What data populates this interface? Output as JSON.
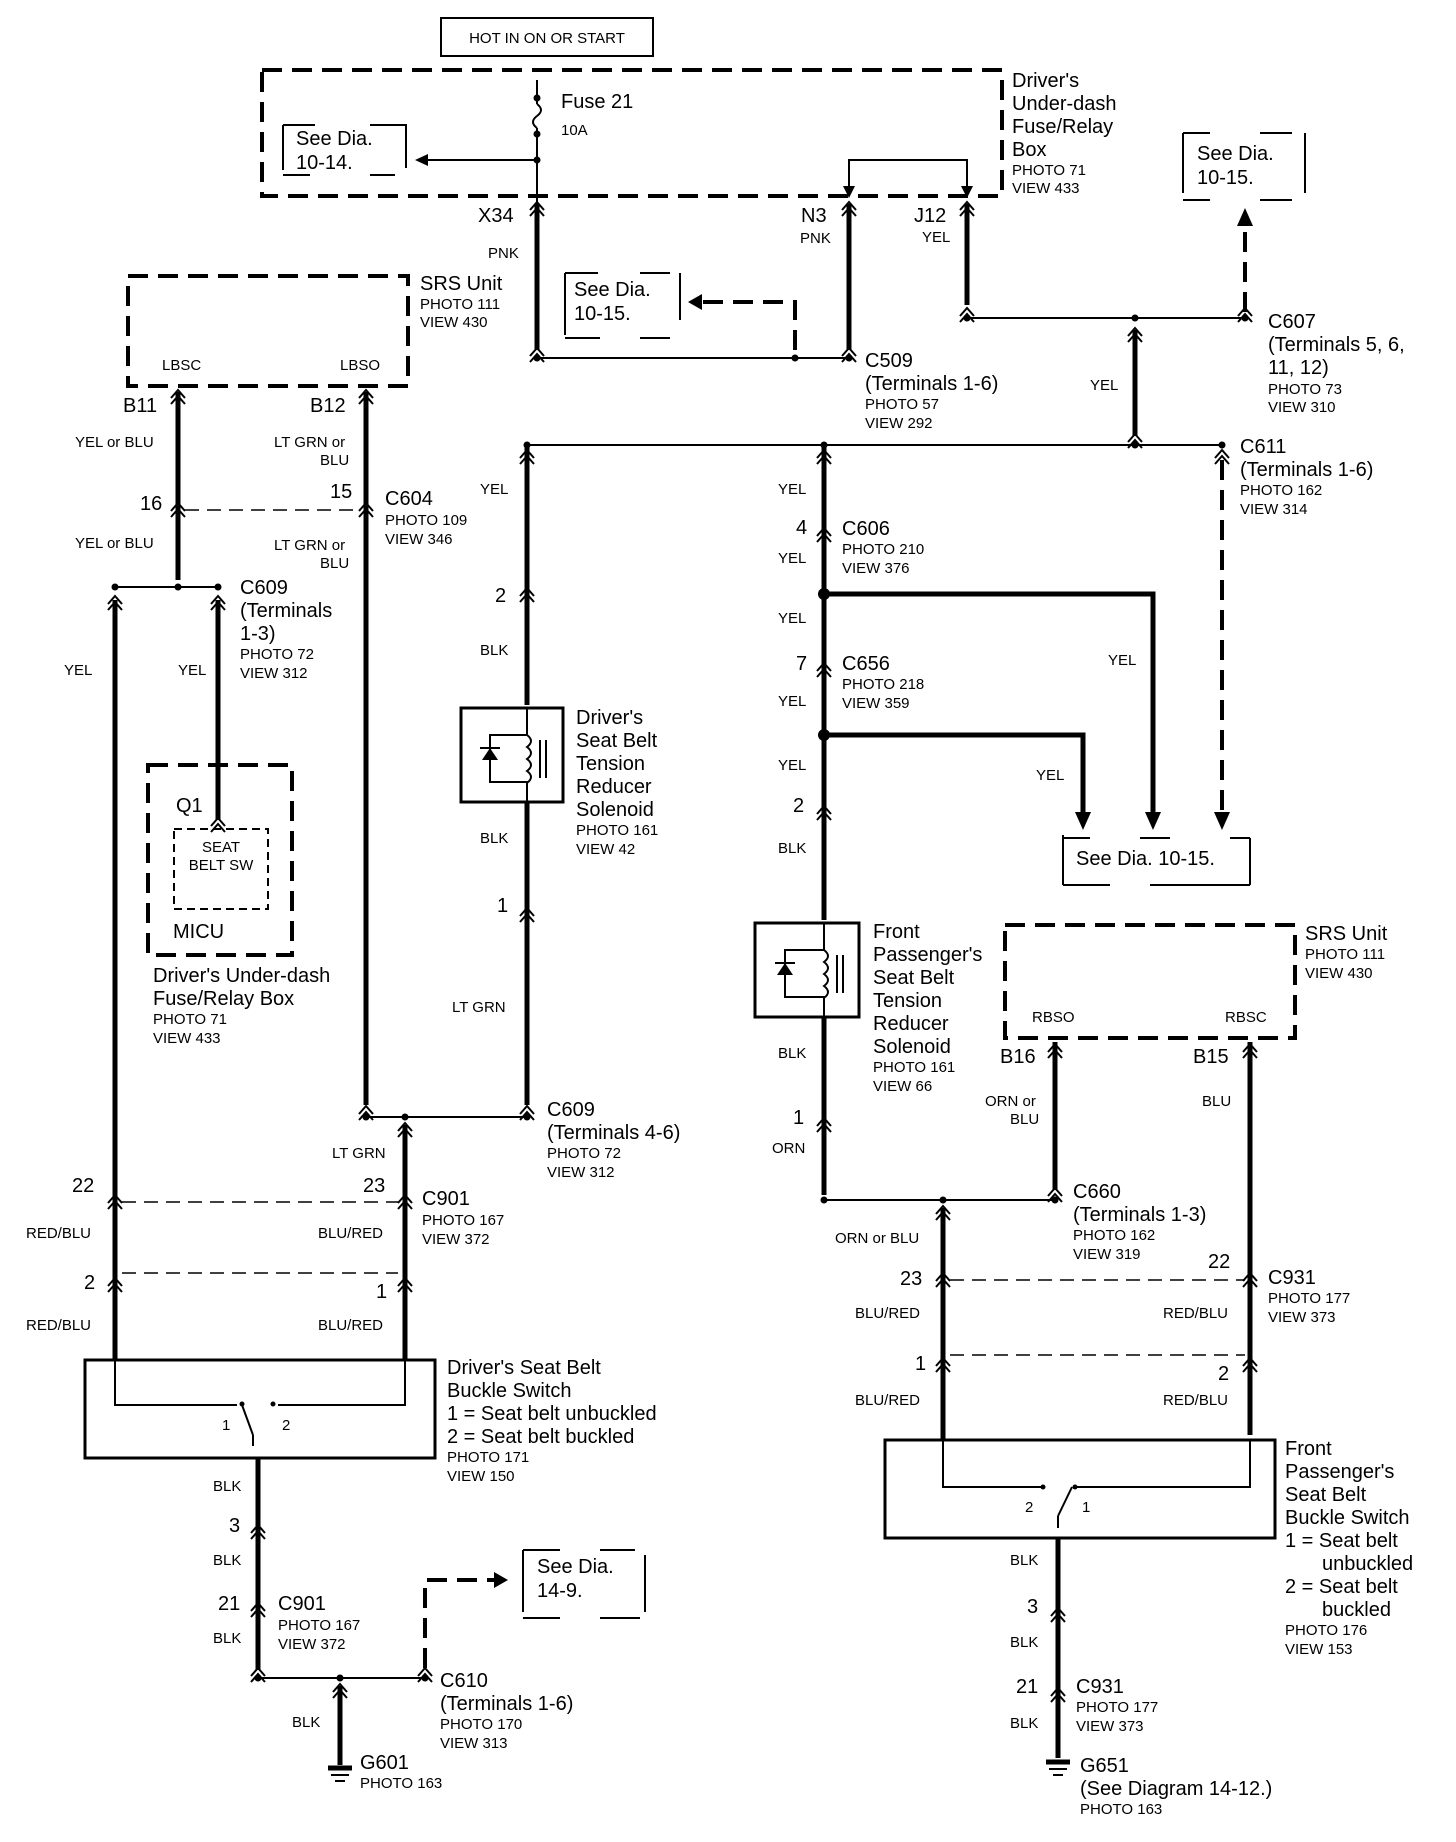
{
  "header": {
    "hot_label": "HOT IN ON OR START"
  },
  "fusebox": {
    "fuse_label": "Fuse 21",
    "fuse_rating": "10A",
    "name": [
      "Driver's",
      "Under-dash",
      "Fuse/Relay",
      "Box"
    ],
    "photo": "PHOTO 71",
    "view": "VIEW 433",
    "terminals": {
      "x34": "X34",
      "n3": "N3",
      "j12": "J12"
    }
  },
  "refs": {
    "dia_10_14": [
      "See Dia.",
      "10-14."
    ],
    "dia_10_15_a": [
      "See Dia.",
      "10-15."
    ],
    "dia_10_15_b": [
      "See Dia.",
      "10-15."
    ],
    "dia_10_15_c": "See Dia. 10-15.",
    "dia_14_9": [
      "See Dia.",
      "14-9."
    ]
  },
  "wire_colors": {
    "pnk_x34": "PNK",
    "pnk_n3": "PNK",
    "yel_j12": "YEL",
    "yel_c607": "YEL",
    "yel_or_blu_1": "YEL or BLU",
    "yel_or_blu_2": "YEL or BLU",
    "lt_grn_or_blu_1": [
      "LT GRN or",
      "BLU"
    ],
    "lt_grn_or_blu_2": [
      "LT GRN or",
      "BLU"
    ],
    "yel_left": "YEL",
    "yel_q1": "YEL",
    "yel_driver_sol": "YEL",
    "blk_sol_top": "BLK",
    "blk_sol_bot": "BLK",
    "lt_grn_sol": "LT GRN",
    "lt_grn_c609": "LT GRN",
    "red_blu_1": "RED/BLU",
    "red_blu_2": "RED/BLU",
    "blu_red_1": "BLU/RED",
    "blu_red_2": "BLU/RED",
    "blk_d1": "BLK",
    "blk_d2": "BLK",
    "blk_d3": "BLK",
    "blk_g601": "BLK",
    "yel_p1": "YEL",
    "yel_p2": "YEL",
    "yel_p3": "YEL",
    "yel_p4": "YEL",
    "yel_p5": "YEL",
    "yel_branch1": "YEL",
    "yel_branch2": "YEL",
    "blk_p1": "BLK",
    "blk_p2": "BLK",
    "orn": "ORN",
    "orn_or_blu_1": [
      "ORN or",
      "BLU"
    ],
    "blu_b15": "BLU",
    "orn_or_blu_2": "ORN or BLU",
    "blu_red_p1": "BLU/RED",
    "blu_red_p2": "BLU/RED",
    "red_blu_p1": "RED/BLU",
    "red_blu_p2": "RED/BLU",
    "blk_p3": "BLK",
    "blk_p4": "BLK",
    "blk_p5": "BLK"
  },
  "connectors": {
    "c509": [
      "C509",
      "(Terminals 1-6)"
    ],
    "c509_photo": "PHOTO 57",
    "c509_view": "VIEW 292",
    "c607": [
      "C607",
      "(Terminals 5, 6,",
      "11, 12)"
    ],
    "c607_photo": "PHOTO 73",
    "c607_view": "VIEW 310",
    "c611": [
      "C611",
      "(Terminals 1-6)"
    ],
    "c611_photo": "PHOTO 162",
    "c611_view": "VIEW 314",
    "c604": "C604",
    "c604_photo": "PHOTO 109",
    "c604_view": "VIEW 346",
    "c609a": [
      "C609",
      "(Terminals",
      "1-3)"
    ],
    "c609a_photo": "PHOTO 72",
    "c609a_view": "VIEW 312",
    "c606": "C606",
    "c606_photo": "PHOTO 210",
    "c606_view": "VIEW 376",
    "c656": "C656",
    "c656_photo": "PHOTO 218",
    "c656_view": "VIEW 359",
    "c609b": [
      "C609",
      "(Terminals 4-6)"
    ],
    "c609b_photo": "PHOTO 72",
    "c609b_view": "VIEW 312",
    "c901a": "C901",
    "c901a_photo": "PHOTO 167",
    "c901a_view": "VIEW 372",
    "c901b": "C901",
    "c901b_photo": "PHOTO 167",
    "c901b_view": "VIEW 372",
    "c610": [
      "C610",
      "(Terminals 1-6)"
    ],
    "c610_photo": "PHOTO 170",
    "c610_view": "VIEW 313",
    "c660": [
      "C660",
      "(Terminals 1-3)"
    ],
    "c660_photo": "PHOTO 162",
    "c660_view": "VIEW 319",
    "c931a": "C931",
    "c931a_photo": "PHOTO 177",
    "c931a_view": "VIEW 373",
    "c931b": "C931",
    "c931b_photo": "PHOTO 177",
    "c931b_view": "VIEW 373"
  },
  "pins": {
    "b11": "B11",
    "b12": "B12",
    "p16": "16",
    "p15": "15",
    "p2_sol": "2",
    "p1_sol": "1",
    "p4": "4",
    "p7": "7",
    "p2_ps": "2",
    "p1_ps": "1",
    "p22_l": "22",
    "p23_l": "23",
    "p2_l": "2",
    "p1_l": "1",
    "p3_l": "3",
    "p21_l": "21",
    "b16": "B16",
    "b15": "B15",
    "p23_r": "23",
    "p22_r": "22",
    "p1_r": "1",
    "p2_r": "2",
    "p3_r": "3",
    "p21_r": "21",
    "sw_d1": "1",
    "sw_d2": "2",
    "sw_p1": "1",
    "sw_p2": "2"
  },
  "components": {
    "srs_top": {
      "name": "SRS Unit",
      "photo": "PHOTO 111",
      "view": "VIEW 430",
      "lbsc": "LBSC",
      "lbso": "LBSO"
    },
    "srs_bot": {
      "name": "SRS Unit",
      "photo": "PHOTO 111",
      "view": "VIEW 430",
      "rbso": "RBSO",
      "rbsc": "RBSC"
    },
    "micu": {
      "q1": "Q1",
      "sw": [
        "SEAT",
        "BELT SW"
      ],
      "name": "MICU",
      "loc": [
        "Driver's Under-dash",
        "Fuse/Relay Box"
      ],
      "photo": "PHOTO 71",
      "view": "VIEW 433"
    },
    "driver_sol": {
      "name": [
        "Driver's",
        "Seat Belt",
        "Tension",
        "Reducer",
        "Solenoid"
      ],
      "photo": "PHOTO 161",
      "view": "VIEW 42"
    },
    "pass_sol": {
      "name": [
        "Front",
        "Passenger's",
        "Seat Belt",
        "Tension",
        "Reducer",
        "Solenoid"
      ],
      "photo": "PHOTO 161",
      "view": "VIEW 66"
    },
    "driver_sw": {
      "name": [
        "Driver's Seat Belt",
        "Buckle Switch"
      ],
      "legend": [
        "1 = Seat belt unbuckled",
        "2 = Seat belt buckled"
      ],
      "photo": "PHOTO 171",
      "view": "VIEW 150"
    },
    "pass_sw": {
      "name": [
        "Front",
        "Passenger's",
        "Seat Belt",
        "Buckle Switch"
      ],
      "legend": [
        "1 = Seat belt",
        "unbuckled",
        "2 = Seat belt",
        "buckled"
      ],
      "photo": "PHOTO 176",
      "view": "VIEW 153"
    },
    "g601": {
      "name": "G601",
      "photo": "PHOTO 163"
    },
    "g651": {
      "name": "G651",
      "note": "(See Diagram 14-12.)",
      "photo": "PHOTO 163"
    }
  }
}
